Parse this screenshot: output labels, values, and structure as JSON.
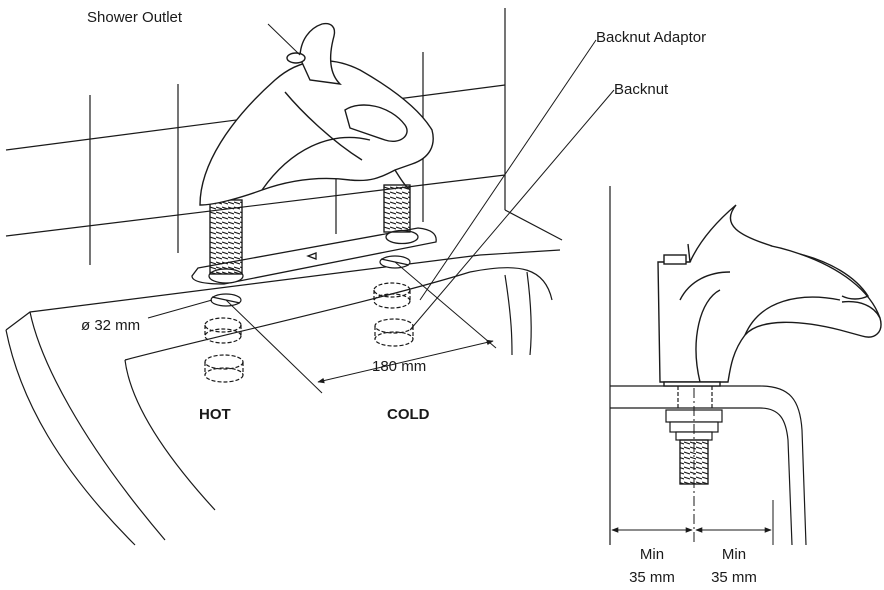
{
  "labels": {
    "shower_outlet": "Shower Outlet",
    "backnut_adaptor": "Backnut Adaptor",
    "backnut": "Backnut",
    "hole_diameter": "ø 32 mm",
    "spacing": "180 mm",
    "hot": "HOT",
    "cold": "COLD",
    "min_left_1": "Min",
    "min_left_2": "35 mm",
    "min_right_1": "Min",
    "min_right_2": "35 mm"
  },
  "colors": {
    "line": "#1a1a1a",
    "fill": "#ffffff",
    "shade": "#d9d9d9"
  }
}
